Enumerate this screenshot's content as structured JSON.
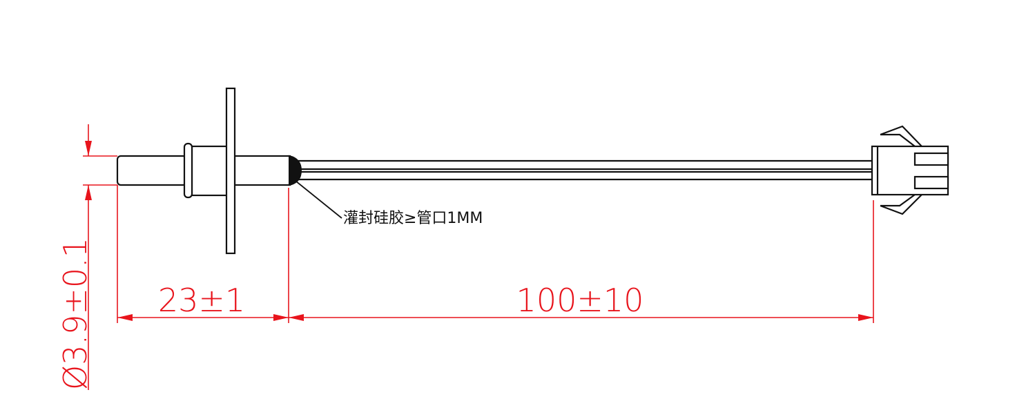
{
  "drawing": {
    "dimensions": {
      "diameter": "Ø3.9±0.1",
      "probe_length": "23±1",
      "cable_length": "100±10"
    },
    "note": "灌封硅胶≥管口1MM",
    "colors": {
      "outline": "#111111",
      "dimension": "#e8141c"
    }
  }
}
